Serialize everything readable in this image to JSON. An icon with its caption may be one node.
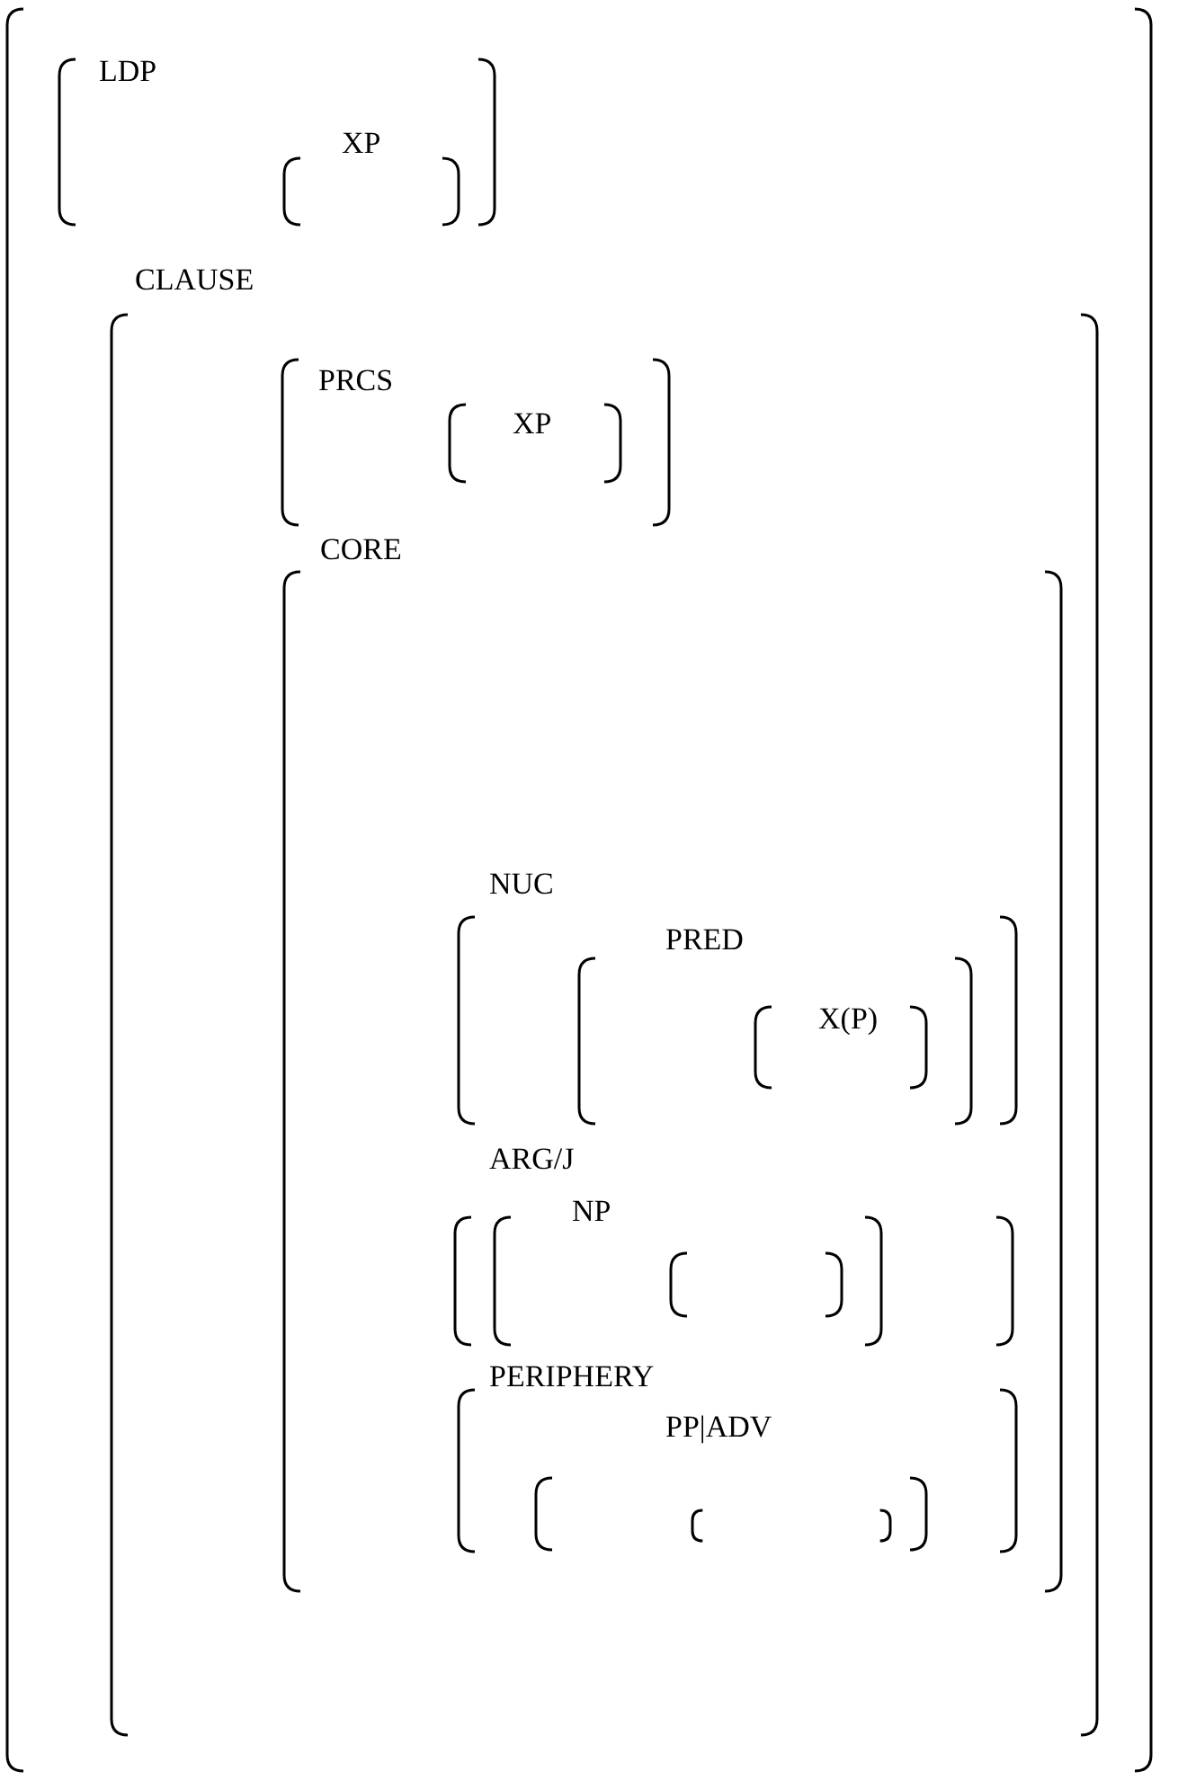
{
  "diagram": {
    "nodes": [
      {
        "text": [],
        "shape": "bracket"
      },
      {
        "text": [
          "LDP"
        ],
        "in": 0
      },
      {
        "text": [
          "XP"
        ],
        "in": 1
      },
      {
        "text": [
          "CLAUSE"
        ],
        "in": 0
      },
      {
        "text": [
          "PRCS"
        ],
        "in": 3
      },
      {
        "text": [
          "XP"
        ],
        "in": 4
      },
      {
        "text": [
          "CORE"
        ],
        "in": 3
      },
      {
        "text": [
          "NUC"
        ],
        "in": 6
      },
      {
        "text": [
          "PRED"
        ],
        "in": 7
      },
      {
        "text": [
          "X(P)"
        ],
        "in": 8
      },
      {
        "text": [
          "ARG/J"
        ],
        "in": 6
      },
      {
        "text": [
          "NP"
        ],
        "in": 10
      },
      {
        "text": [],
        "shape": "bracket",
        "in": 11
      },
      {
        "text": [
          "PERIPHERY"
        ],
        "in": 6
      },
      {
        "text": [
          "PP|ADV"
        ],
        "in": 13
      },
      {
        "text": [],
        "shape": "bracket",
        "in": 14
      }
    ]
  }
}
